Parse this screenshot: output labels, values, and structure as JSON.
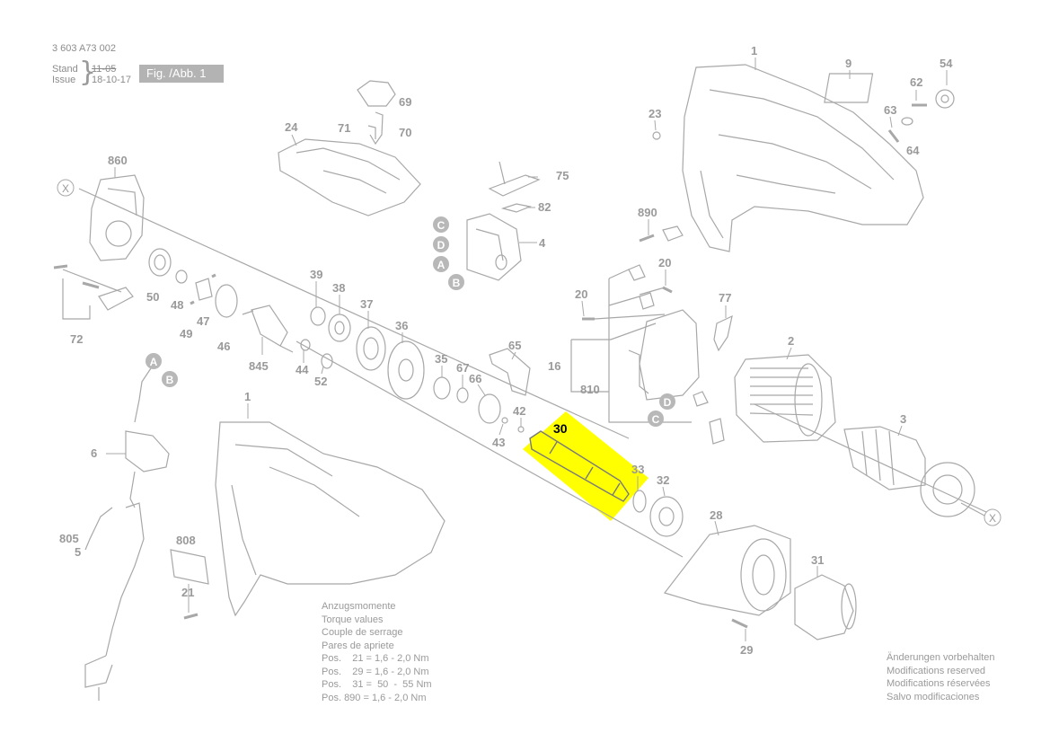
{
  "header": {
    "drawing_number": "3 603 A73 002",
    "stand_label": "Stand",
    "issue_label": "Issue",
    "stand_date": "11-05",
    "issue_date": "18-10-17",
    "figure_label": "Fig. /Abb. 1"
  },
  "torque": {
    "lines": [
      "Anzugsmomente",
      "Torque values",
      "Couple de serrage",
      "Pares de apriete",
      "Pos.    21 = 1,6 - 2,0 Nm",
      "Pos.    29 = 1,6 - 2,0 Nm",
      "Pos.    31 =  50  -  55 Nm",
      "Pos. 890 = 1,6 - 2,0 Nm"
    ]
  },
  "modifications": {
    "lines": [
      "Änderungen vorbehalten",
      "Modifications reserved",
      "Modifications réservées",
      "Salvo modificaciones"
    ]
  },
  "highlight": {
    "part": "30",
    "color": "#ffff00"
  },
  "colors": {
    "line": "#a8a8a8",
    "label": "#9a9a9a",
    "callout_fill": "#b8b8b8"
  },
  "part_labels": {
    "p1_top": "1",
    "p9": "9",
    "p54": "54",
    "p62": "62",
    "p63": "63",
    "p64": "64",
    "p23": "23",
    "p69": "69",
    "p71": "71",
    "p70": "70",
    "p24": "24",
    "p860": "860",
    "p75": "75",
    "p82": "82",
    "p4": "4",
    "p890": "890",
    "p20a": "20",
    "p20b": "20",
    "p77": "77",
    "p50": "50",
    "p48": "48",
    "p47": "47",
    "p49": "49",
    "p46": "46",
    "p39": "39",
    "p38": "38",
    "p37": "37",
    "p36": "36",
    "p845": "845",
    "p44": "44",
    "p52": "52",
    "p72": "72",
    "p65": "65",
    "p35": "35",
    "p67": "67",
    "p66": "66",
    "p16": "16",
    "p810": "810",
    "p2": "2",
    "p3": "3",
    "p42": "42",
    "p43": "43",
    "p33": "33",
    "p32": "32",
    "p28": "28",
    "p31": "31",
    "p29": "29",
    "p6": "6",
    "p1_bottom": "1",
    "p805": "805",
    "p5": "5",
    "p808": "808",
    "p21": "21"
  },
  "callouts": {
    "c_top": "C",
    "d_top": "D",
    "a_top": "A",
    "b_top": "B",
    "a_cord": "A",
    "b_cord": "B",
    "d_mid": "D",
    "c_mid": "C",
    "x_left": "X",
    "x_right": "X"
  }
}
